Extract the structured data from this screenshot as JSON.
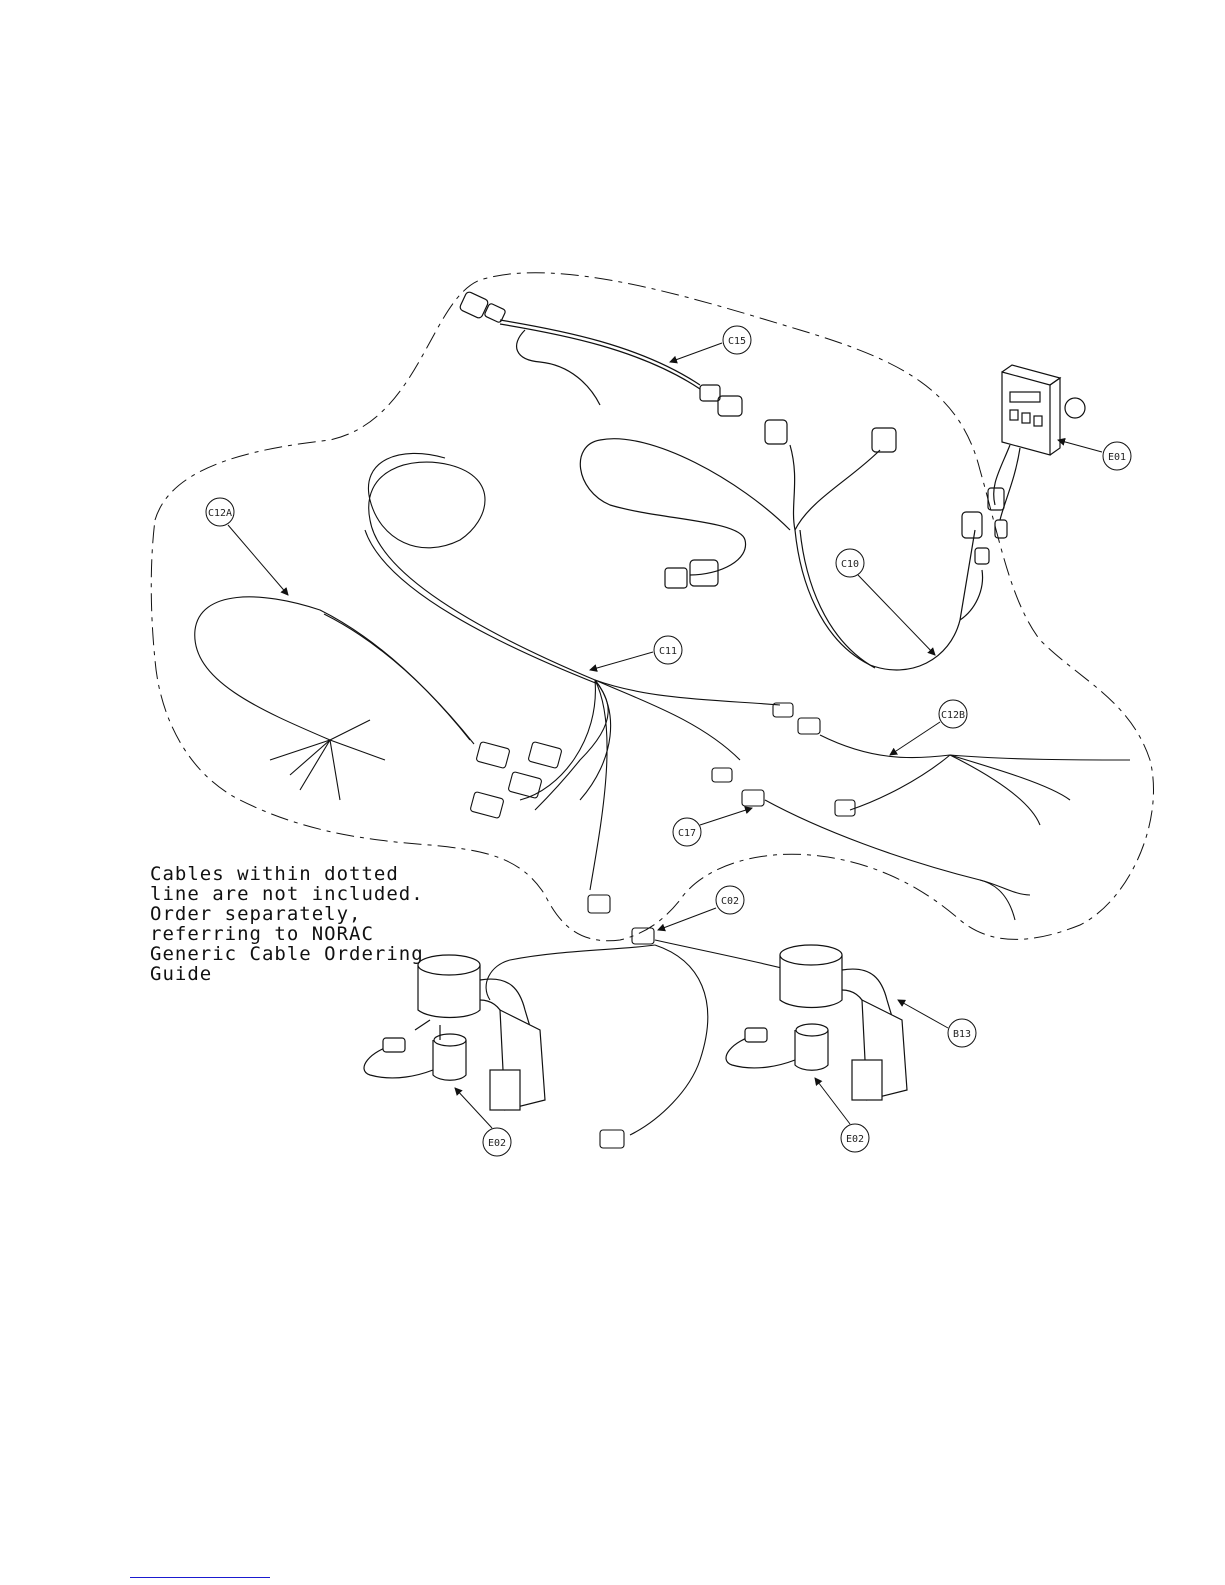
{
  "note": {
    "lines": [
      "Cables within dotted",
      "line are not included.",
      "Order separately,",
      "referring to NORAC",
      "Generic Cable Ordering",
      "Guide"
    ]
  },
  "callouts": {
    "c15": "C15",
    "e01": "E01",
    "c12a": "C12A",
    "c10": "C10",
    "c11": "C11",
    "c12b": "C12B",
    "c17": "C17",
    "c02": "C02",
    "b13": "B13",
    "e02_left": "E02",
    "e02_right": "E02"
  },
  "colors": {
    "line": "#111111",
    "footer_rule": "#1a1ad0"
  }
}
